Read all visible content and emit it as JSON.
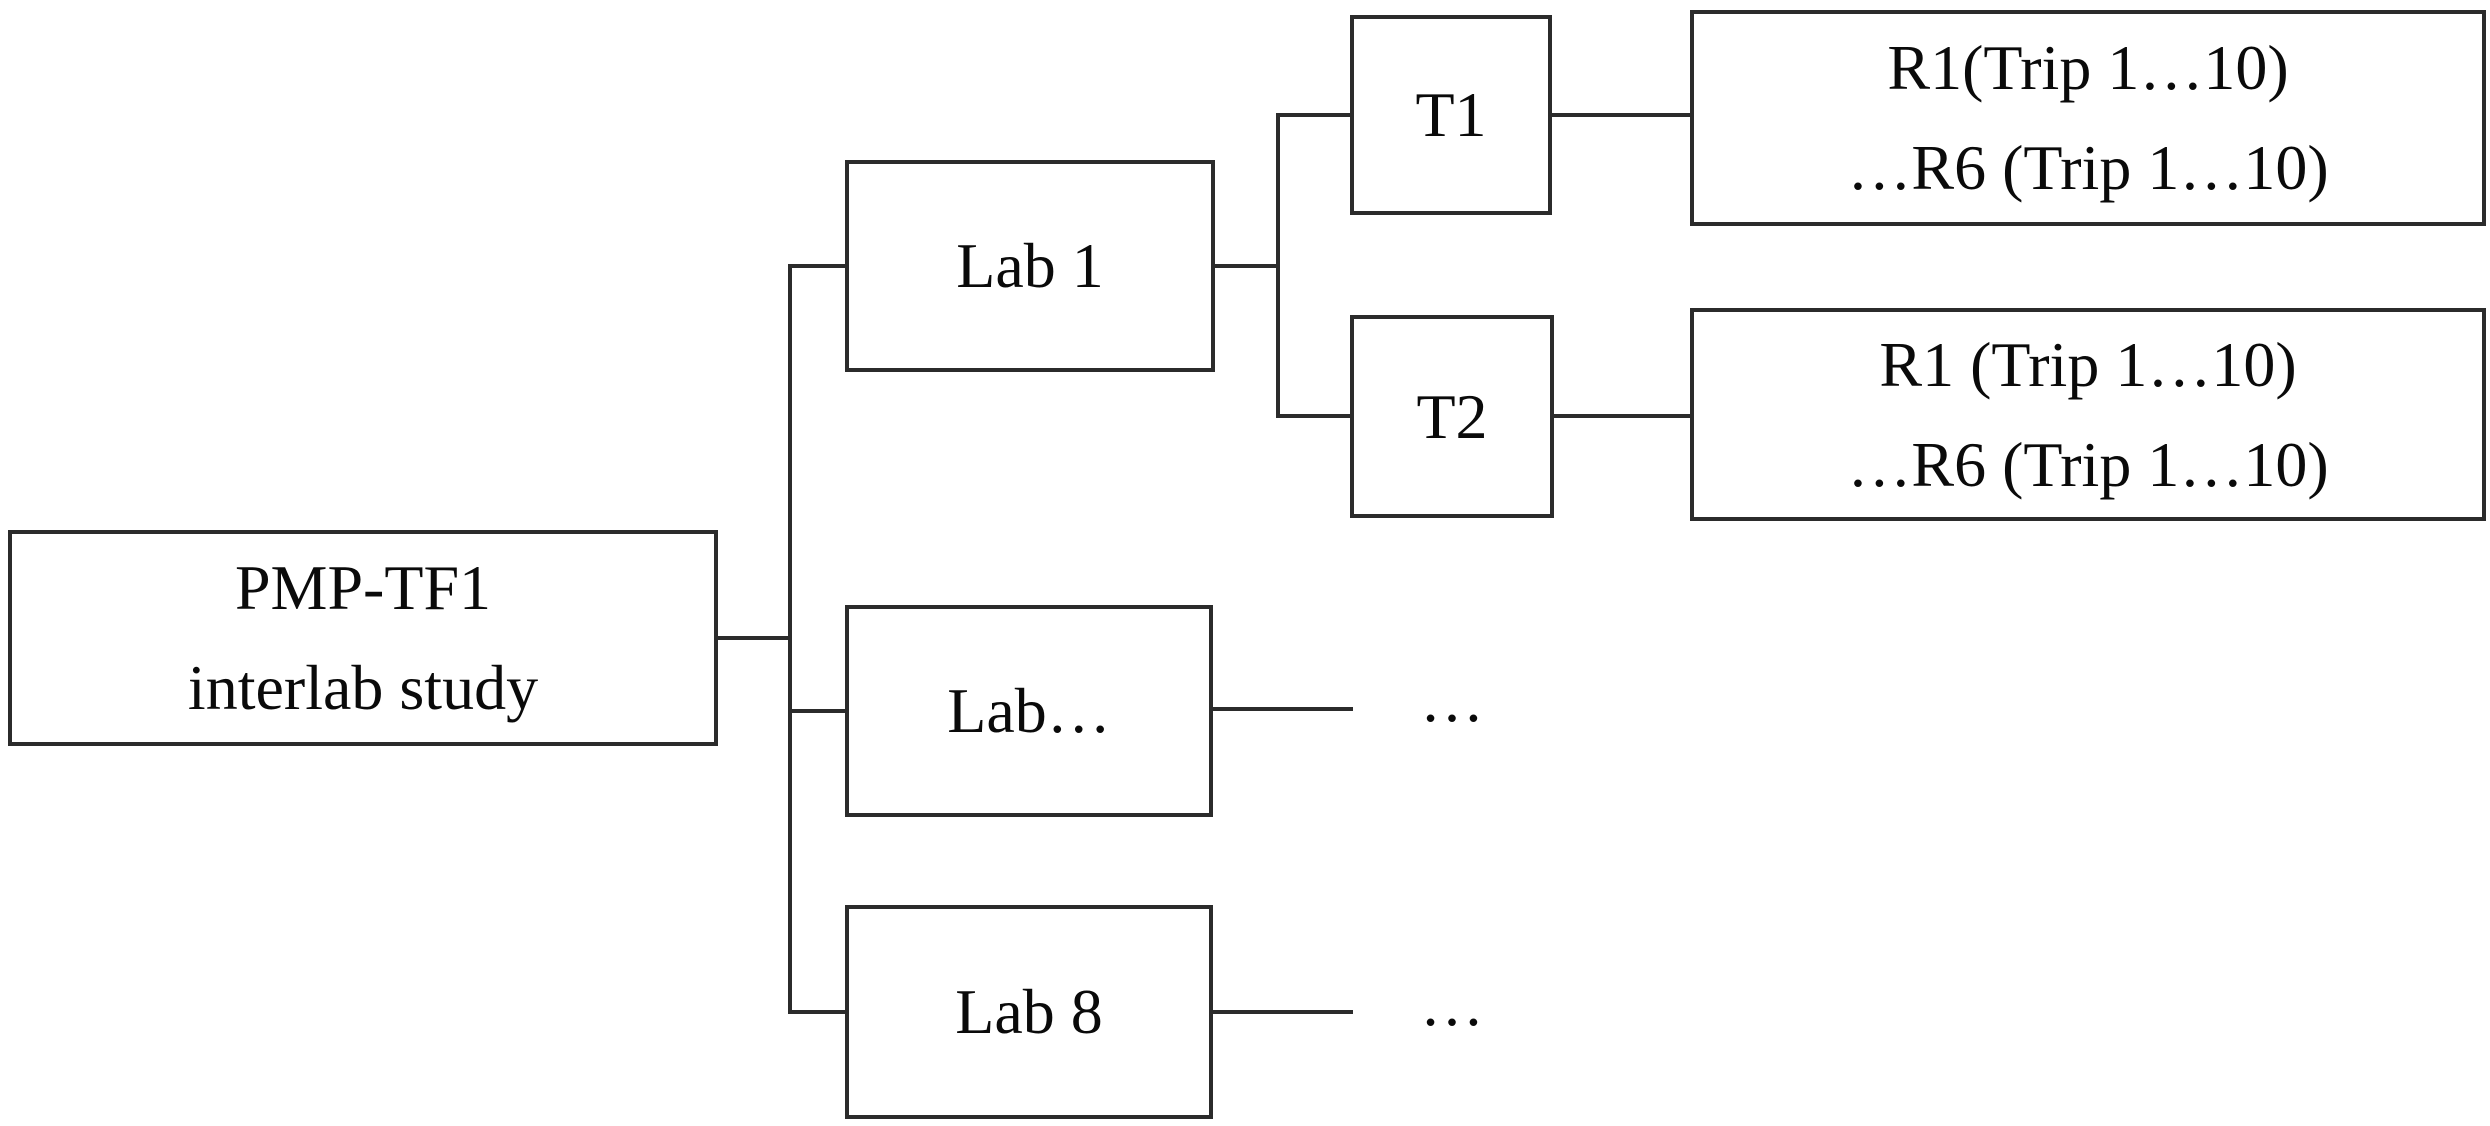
{
  "diagram": {
    "root": {
      "line1": "PMP-TF1",
      "line2": "interlab study"
    },
    "labs": [
      {
        "label": "Lab 1"
      },
      {
        "label": "Lab…"
      },
      {
        "label": "Lab 8"
      }
    ],
    "tests": [
      {
        "label": "T1"
      },
      {
        "label": "T2"
      }
    ],
    "replicates": [
      {
        "line1": "R1(Trip 1…10)",
        "line2": "…R6 (Trip 1…10)"
      },
      {
        "line1": "R1 (Trip 1…10)",
        "line2": "…R6 (Trip 1…10)"
      }
    ],
    "ellipsis_mid": "…",
    "ellipsis_bottom": "…",
    "colors": {
      "line": "#2b2b2b",
      "text": "#0a0a0a",
      "background": "#ffffff"
    }
  }
}
